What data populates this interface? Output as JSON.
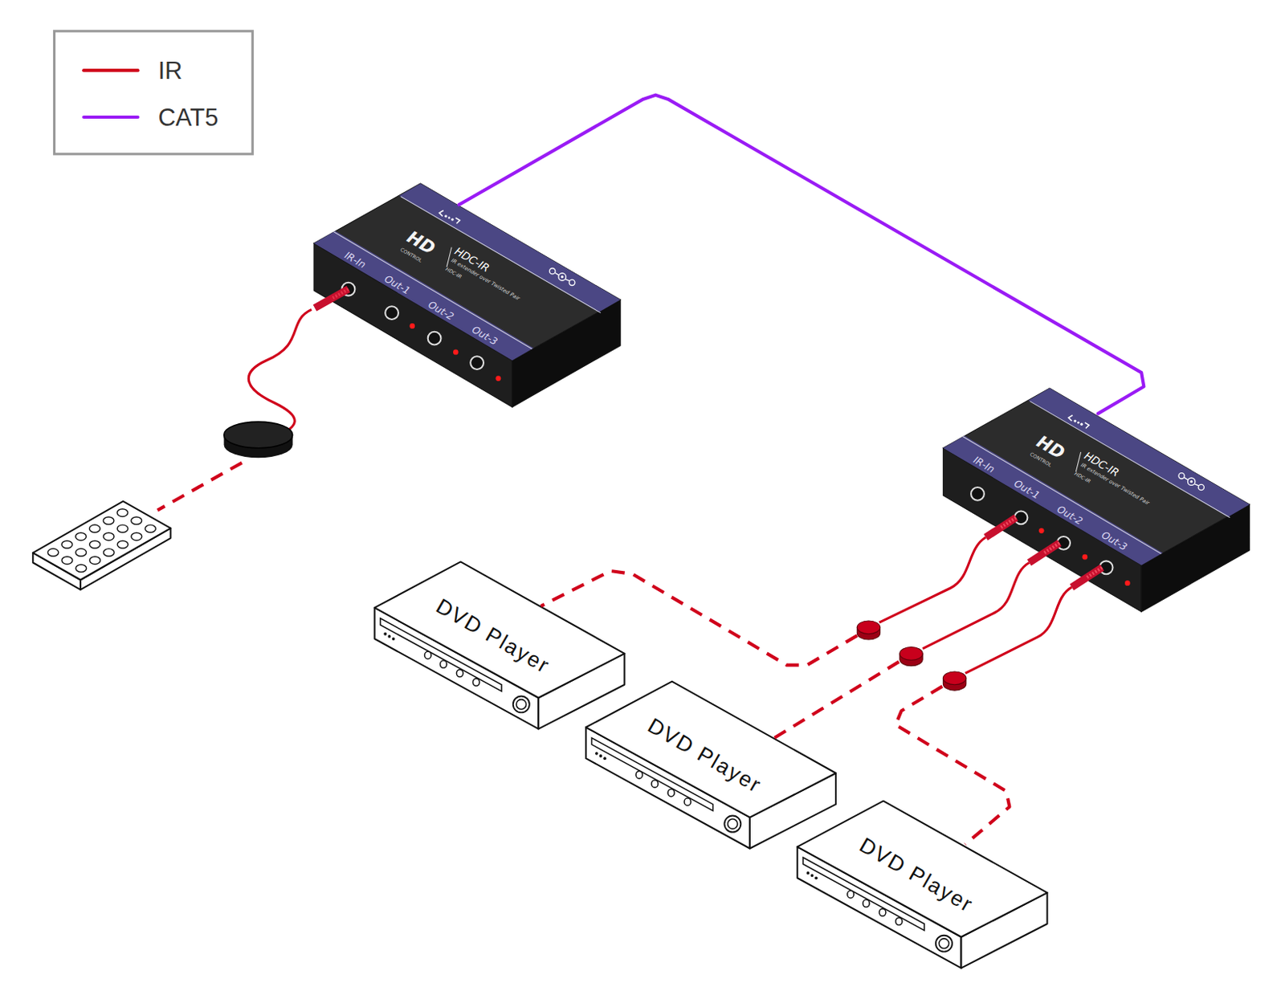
{
  "diagram": {
    "nodes": [
      {
        "text": [
          "HD",
          "CONTROL",
          "HDC-IR",
          "IR extender over Twisted Pair",
          "HDC-IR",
          "IR-In",
          "Out-1",
          "Out-2",
          "Out-3"
        ]
      },
      {
        "text": [
          "HD",
          "CONTROL",
          "HDC-IR",
          "IR extender over Twisted Pair",
          "HDC-IR",
          "IR-In",
          "Out-1",
          "Out-2",
          "Out-3"
        ]
      },
      {
        "text": [
          "DVD Player"
        ]
      },
      {
        "text": [
          "DVD Player"
        ]
      },
      {
        "text": [
          "DVD Player"
        ]
      }
    ],
    "edges": [
      {
        "from": 0,
        "to": 1,
        "arrow": "none"
      },
      {
        "from": 1,
        "to": 2,
        "arrow": "none"
      },
      {
        "from": 1,
        "to": 3,
        "arrow": "none"
      },
      {
        "from": 1,
        "to": 4,
        "arrow": "none"
      }
    ],
    "legend": [
      {
        "text": "IR"
      },
      {
        "text": "CAT5"
      }
    ]
  }
}
